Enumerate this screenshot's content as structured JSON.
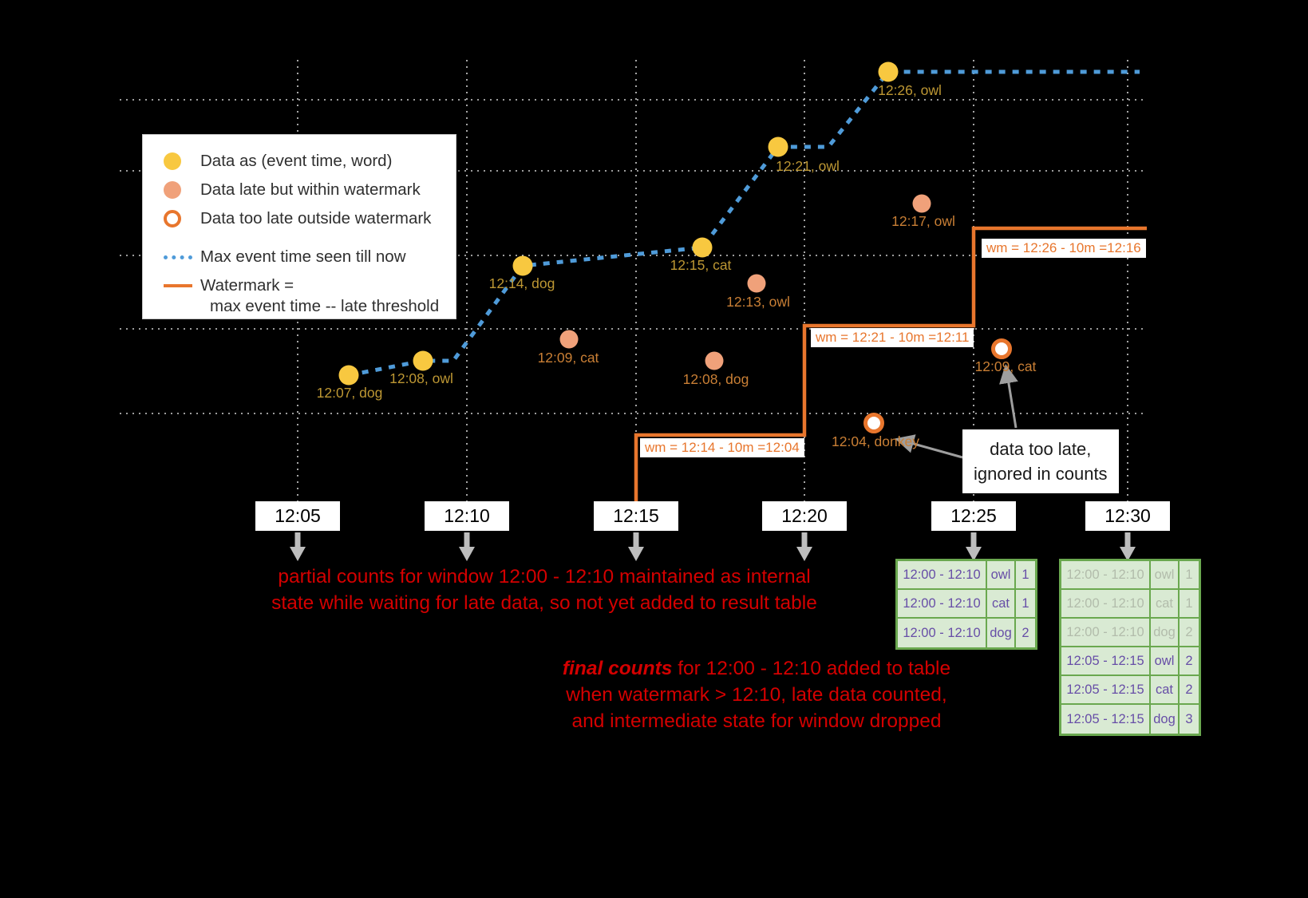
{
  "legend": {
    "on_time": "Data as (event time, word)",
    "late": "Data late but within watermark",
    "too_late": "Data too late outside watermark",
    "max_event_time": "Max event time seen till now",
    "watermark_line1": "Watermark =",
    "watermark_line2": "max event time -- late threshold"
  },
  "points": {
    "on_time": [
      {
        "label": "12:07, dog"
      },
      {
        "label": "12:08, owl"
      },
      {
        "label": "12:14, dog"
      },
      {
        "label": "12:15, cat"
      },
      {
        "label": "12:21, owl"
      },
      {
        "label": "12:26, owl"
      }
    ],
    "late": [
      {
        "label": "12:09, cat"
      },
      {
        "label": "12:08, dog"
      },
      {
        "label": "12:13, owl"
      },
      {
        "label": "12:17, owl"
      }
    ],
    "too_late": [
      {
        "label": "12:04, donkey"
      },
      {
        "label": "12:09, cat"
      }
    ]
  },
  "watermarks": [
    {
      "label": "wm = 12:14 - 10m =12:04"
    },
    {
      "label": "wm = 12:21 - 10m =12:11"
    },
    {
      "label": "wm = 12:26 - 10m =12:16"
    }
  ],
  "axis": {
    "ticks": [
      "12:05",
      "12:10",
      "12:15",
      "12:20",
      "12:25",
      "12:30"
    ]
  },
  "annotations": {
    "partial": {
      "line1": "partial counts for window 12:00 - 12:10 maintained as internal",
      "line2": "state while waiting for late data, so not yet added  to result table"
    },
    "final": {
      "bold": "final counts",
      "rest": " for 12:00 - 12:10 added to table",
      "line2": "when watermark > 12:10, late data counted,",
      "line3": "and intermediate state for window dropped"
    },
    "too_late_note": {
      "line1": "data too late,",
      "line2": "ignored in counts"
    }
  },
  "result_tables": {
    "at_1225": {
      "rows": [
        {
          "window": "12:00 - 12:10",
          "word": "owl",
          "count": "1"
        },
        {
          "window": "12:00 - 12:10",
          "word": "cat",
          "count": "1"
        },
        {
          "window": "12:00 - 12:10",
          "word": "dog",
          "count": "2"
        }
      ]
    },
    "at_1230": {
      "rows": [
        {
          "window": "12:00 - 12:10",
          "word": "owl",
          "count": "1"
        },
        {
          "window": "12:00 - 12:10",
          "word": "cat",
          "count": "1"
        },
        {
          "window": "12:00 - 12:10",
          "word": "dog",
          "count": "2"
        },
        {
          "window": "12:05 - 12:15",
          "word": "owl",
          "count": "2"
        },
        {
          "window": "12:05 - 12:15",
          "word": "cat",
          "count": "2"
        },
        {
          "window": "12:05 - 12:15",
          "word": "dog",
          "count": "3"
        }
      ]
    }
  },
  "colors": {
    "on_time_dot": "#f8c840",
    "late_dot": "#f0a17a",
    "too_late_ring": "#e8762d",
    "max_event_line": "#4f9bd9",
    "watermark_line": "#e8762d",
    "annotation_red": "#d40000",
    "table_border": "#6aa84f",
    "table_fill": "#d9ead3",
    "table_text": "#674ea7",
    "gridline": "#cfcfcf"
  }
}
